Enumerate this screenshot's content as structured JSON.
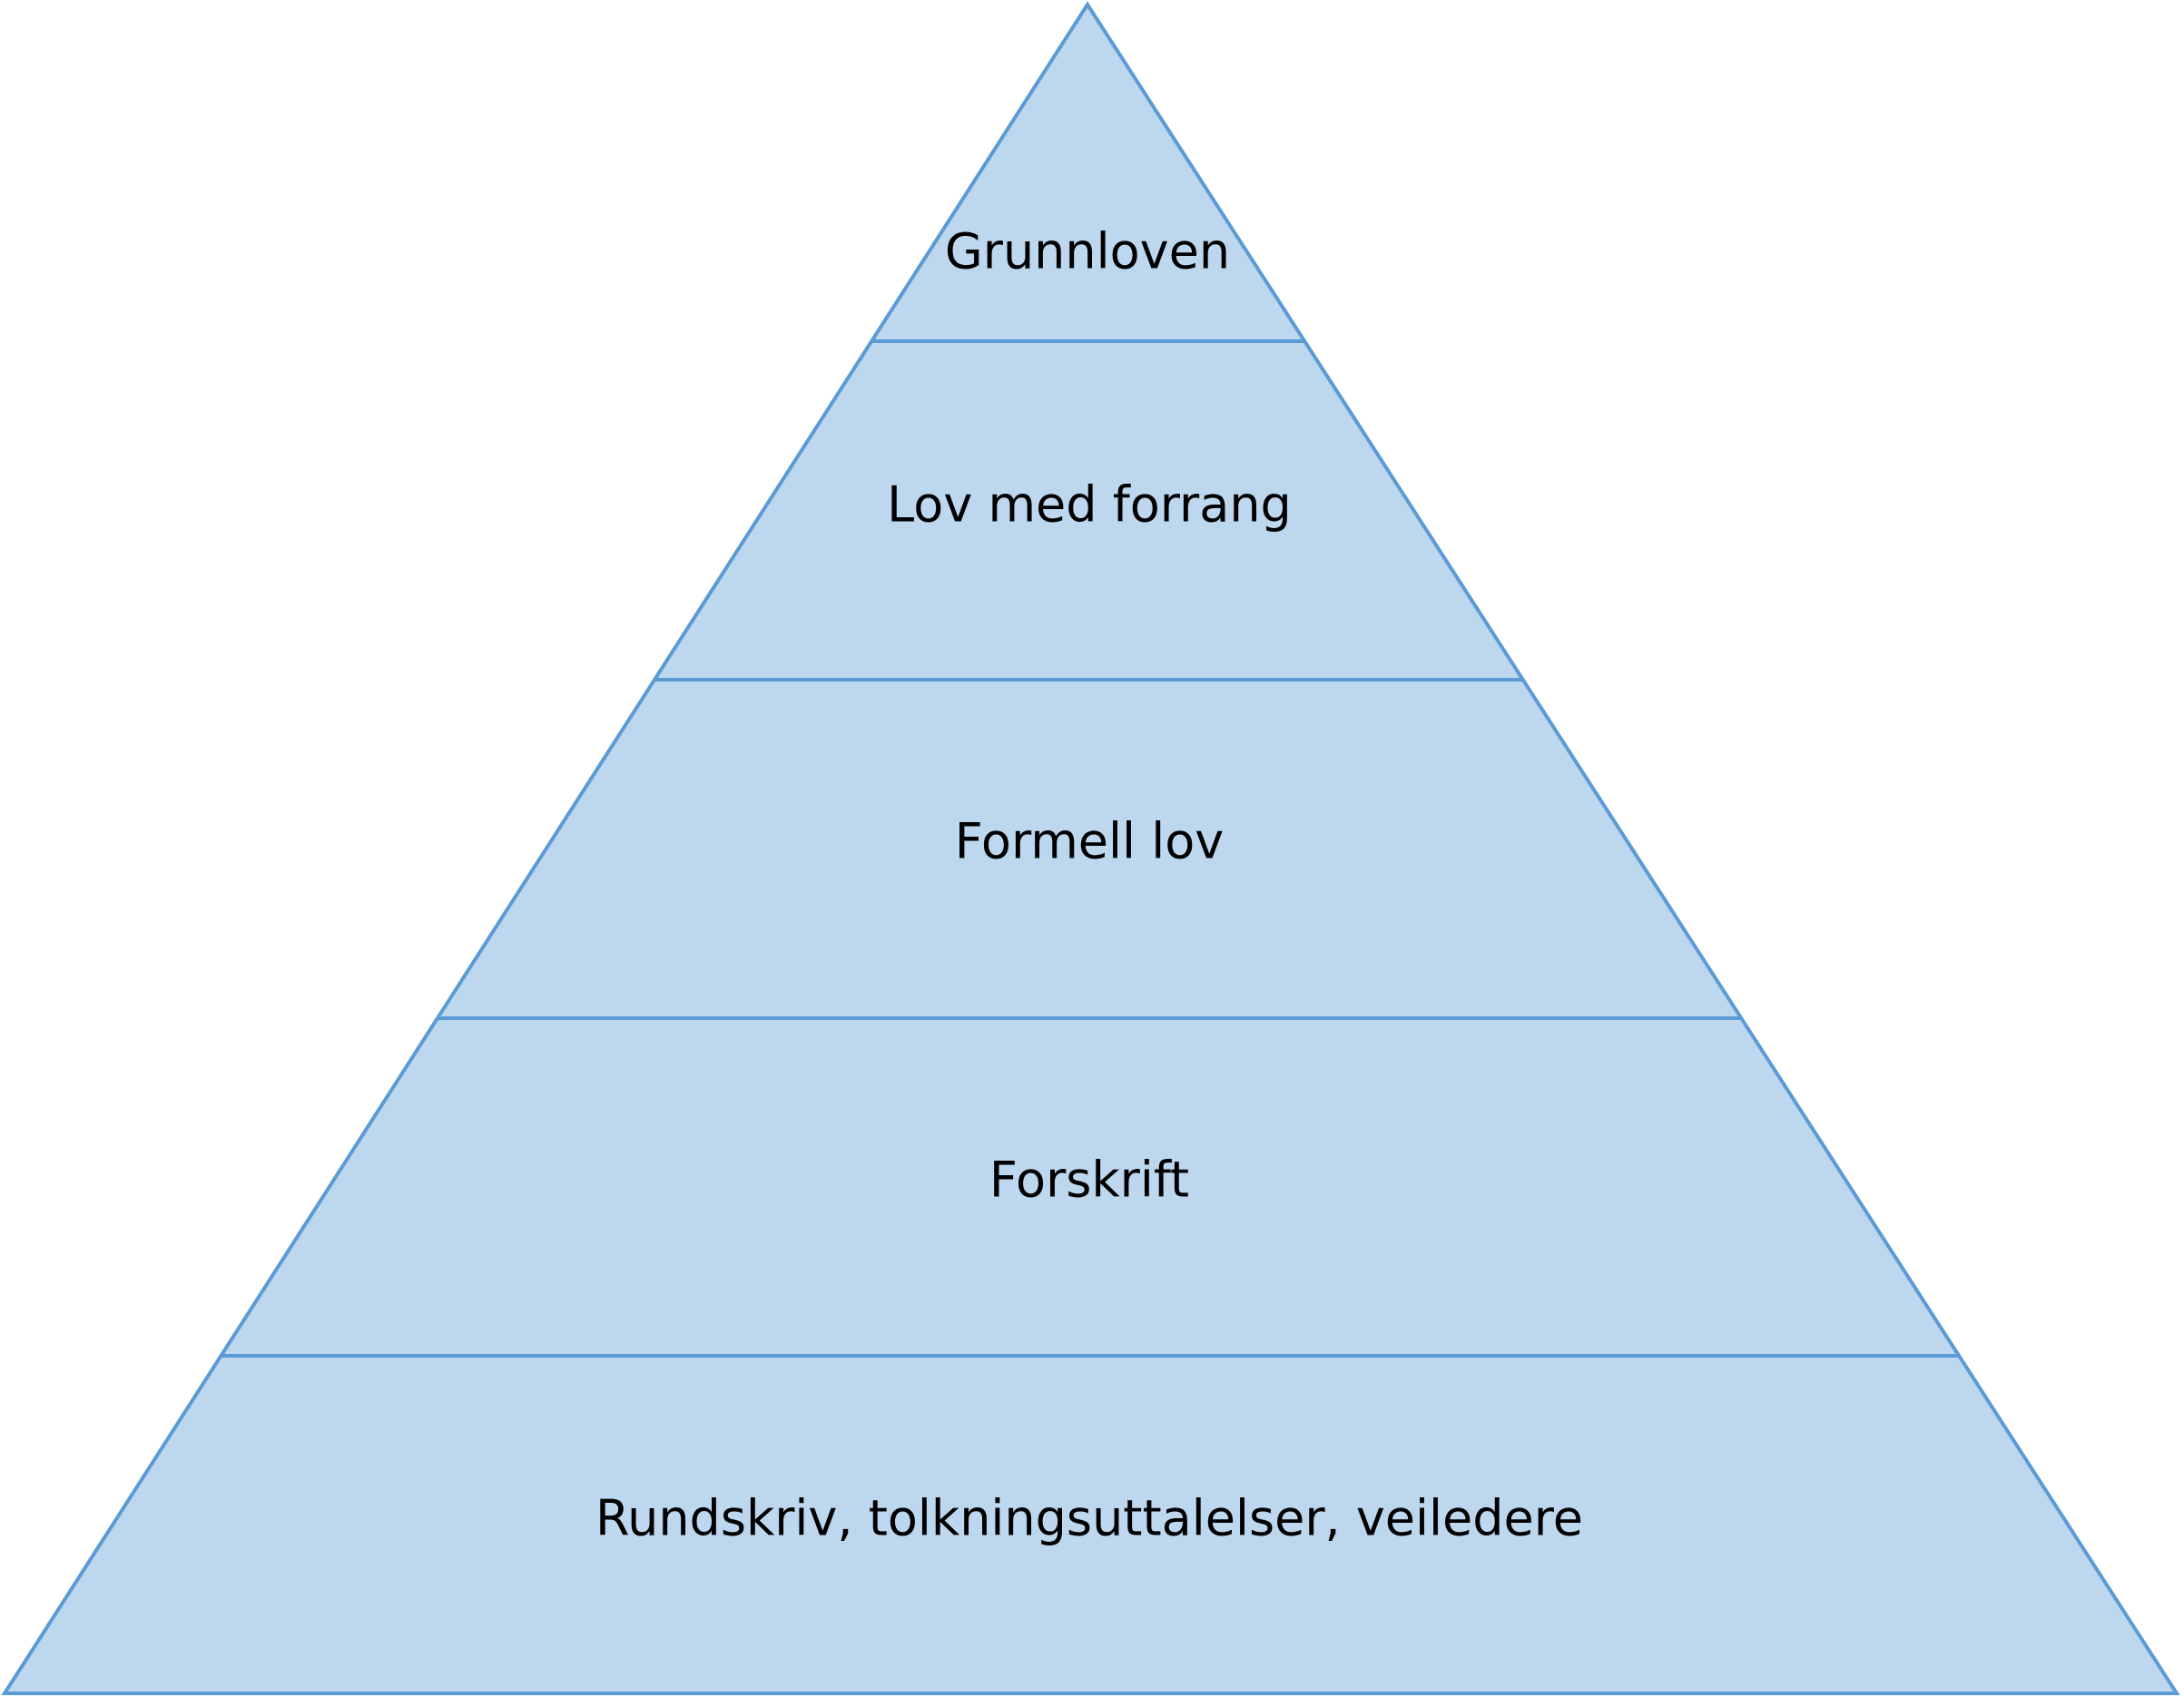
{
  "pyramid": {
    "levels": [
      {
        "label": "Grunnloven"
      },
      {
        "label": "Lov med forrang"
      },
      {
        "label": "Formell lov"
      },
      {
        "label": "Forskrift"
      },
      {
        "label": "Rundskriv, tolkningsuttalelser, veiledere"
      }
    ],
    "colors": {
      "fill": "#BDD7EE",
      "stroke": "#5B9BD5"
    }
  }
}
